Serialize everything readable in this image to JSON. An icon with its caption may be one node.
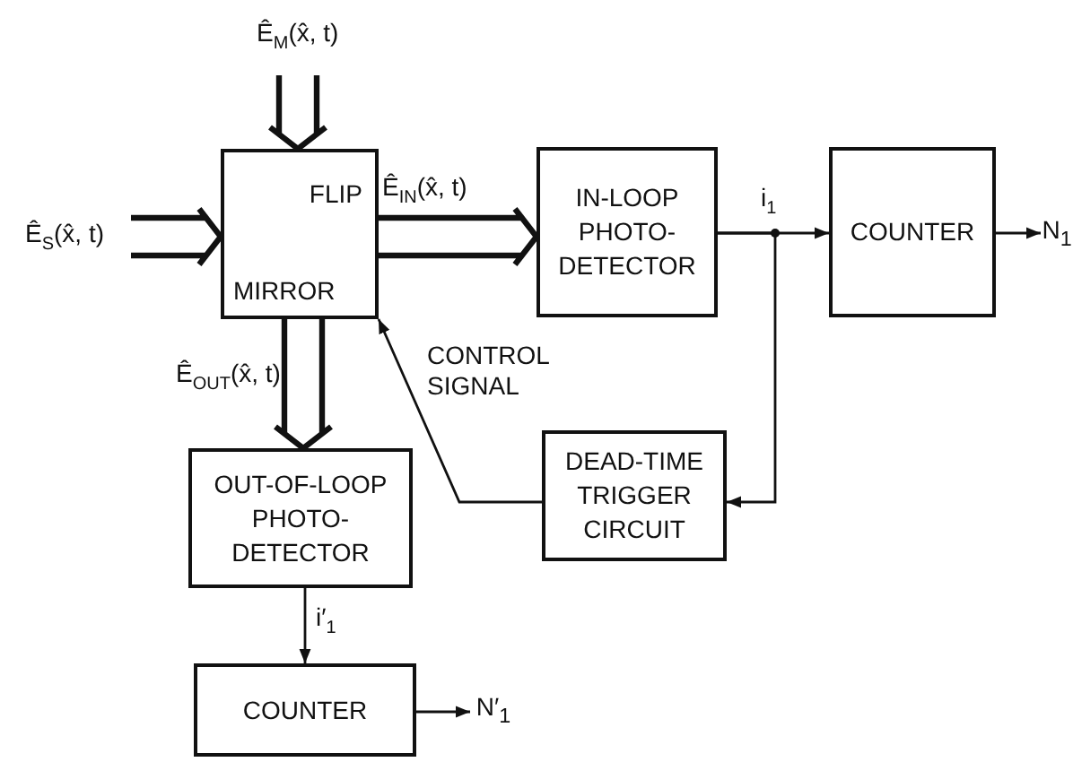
{
  "diagram": {
    "nodes": [
      {
        "text": [
          "FLIP",
          "MIRROR"
        ]
      },
      {
        "text": [
          "IN-LOOP PHOTO- DETECTOR"
        ]
      },
      {
        "text": [
          "COUNTER"
        ]
      },
      {
        "text": [
          "DEAD-TIME TRIGGER CIRCUIT"
        ]
      },
      {
        "text": [
          "OUT-OF-LOOP PHOTO- DETECTOR"
        ]
      },
      {
        "text": [
          "COUNTER"
        ]
      },
      {
        "text": [
          "N$_{1}$"
        ]
      },
      {
        "text": [
          "N′$_{1}$"
        ]
      }
    ],
    "edges": [
      {
        "from": null,
        "to": 0,
        "arrow": "to",
        "style": "thick",
        "label": "Ê$_{M}$(x̂, t)"
      },
      {
        "from": null,
        "to": 0,
        "arrow": "to",
        "style": "thick",
        "label": "Ê$_{S}$(x̂, t)"
      },
      {
        "from": 0,
        "to": 1,
        "arrow": "to",
        "style": "thick",
        "label": "Ê$_{IN}$(x̂, t)"
      },
      {
        "from": 0,
        "to": 4,
        "arrow": "to",
        "style": "thick",
        "label": "Ê$_{OUT}$(x̂, t)"
      },
      {
        "from": 1,
        "to": 2,
        "arrow": "to",
        "label": "i$_{1}$"
      },
      {
        "from": 1,
        "to": 3,
        "arrow": "to"
      },
      {
        "from": 3,
        "to": 0,
        "arrow": "to",
        "label": "CONTROL SIGNAL"
      },
      {
        "from": 4,
        "to": 5,
        "arrow": "to",
        "label": "i′$_{1}$"
      },
      {
        "from": 2,
        "to": 6,
        "arrow": "to"
      },
      {
        "from": 5,
        "to": 7,
        "arrow": "to"
      }
    ]
  }
}
